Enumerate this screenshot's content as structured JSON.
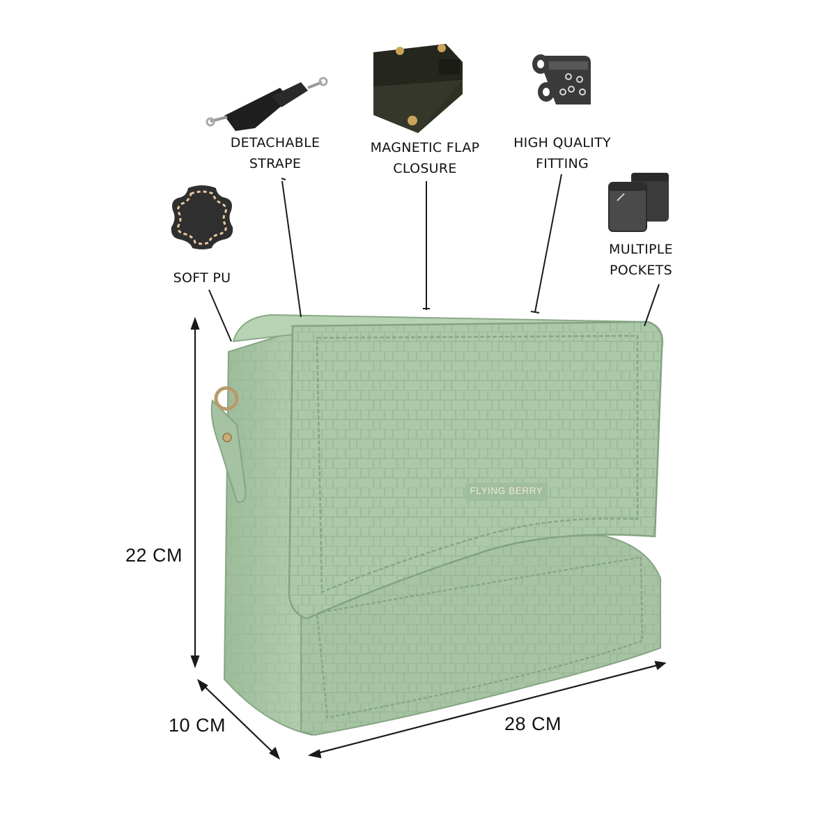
{
  "brand": {
    "logo_text": "FLYING BERRY"
  },
  "features": [
    {
      "id": "soft-pu",
      "line1": "SOFT PU",
      "line2": "",
      "icon": "leather-hide-icon"
    },
    {
      "id": "detachable-strape",
      "line1": "DETACHABLE",
      "line2": "STRAPE",
      "icon": "strap-icon"
    },
    {
      "id": "magnetic-flap",
      "line1": "MAGNETIC FLAP",
      "line2": "CLOSURE",
      "icon": "magnetic-flap-icon"
    },
    {
      "id": "high-quality",
      "line1": "HIGH QUALITY",
      "line2": "FITTING",
      "icon": "fitting-icon"
    },
    {
      "id": "multiple-pockets",
      "line1": "MULTIPLE",
      "line2": "POCKETS",
      "icon": "pockets-icon"
    }
  ],
  "dimensions": {
    "height": "22 CM",
    "depth": "10 CM",
    "width": "28 CM"
  },
  "colors": {
    "bag": "#a9c7a6",
    "bag_dark": "#8fb08d",
    "bag_light": "#bcd6b8",
    "icon": "#2f2f2f",
    "leader": "#1a1a1a"
  }
}
